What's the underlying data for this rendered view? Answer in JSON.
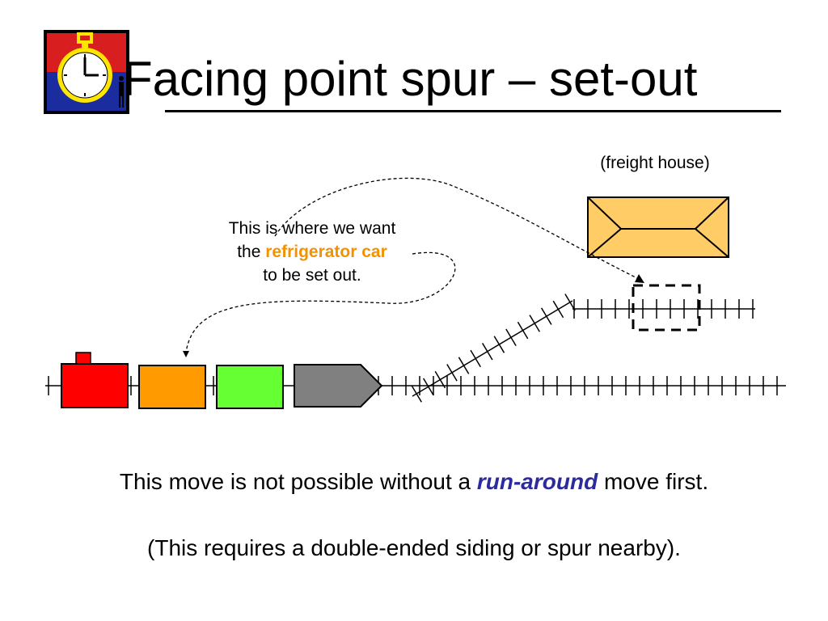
{
  "title": "Facing point spur – set-out",
  "logo": {
    "icon": "stopwatch-icon",
    "colors": {
      "top": "#d81e1e",
      "bottom": "#1a2c9e",
      "watch": "#ffe600"
    }
  },
  "callout": {
    "line1": "This is where we want",
    "line2_prefix": "the ",
    "highlight": "refrigerator car",
    "line3": "to be set out."
  },
  "freight_house_label": "(freight house)",
  "train": {
    "cars": [
      {
        "name": "locomotive",
        "color": "#ff0000"
      },
      {
        "name": "refrigerator car",
        "color": "#ff9a00"
      },
      {
        "name": "boxcar",
        "color": "#66ff33"
      },
      {
        "name": "caboose",
        "color": "#808080"
      }
    ]
  },
  "colors": {
    "highlight": "#f39200",
    "emphasis": "#2b2b9b",
    "freight_house": "#ffcc66"
  },
  "note": {
    "prefix": "This move is not possible without a ",
    "emphasis": "run-around",
    "suffix": " move first."
  },
  "note2": "(This requires a double-ended siding or spur nearby)."
}
